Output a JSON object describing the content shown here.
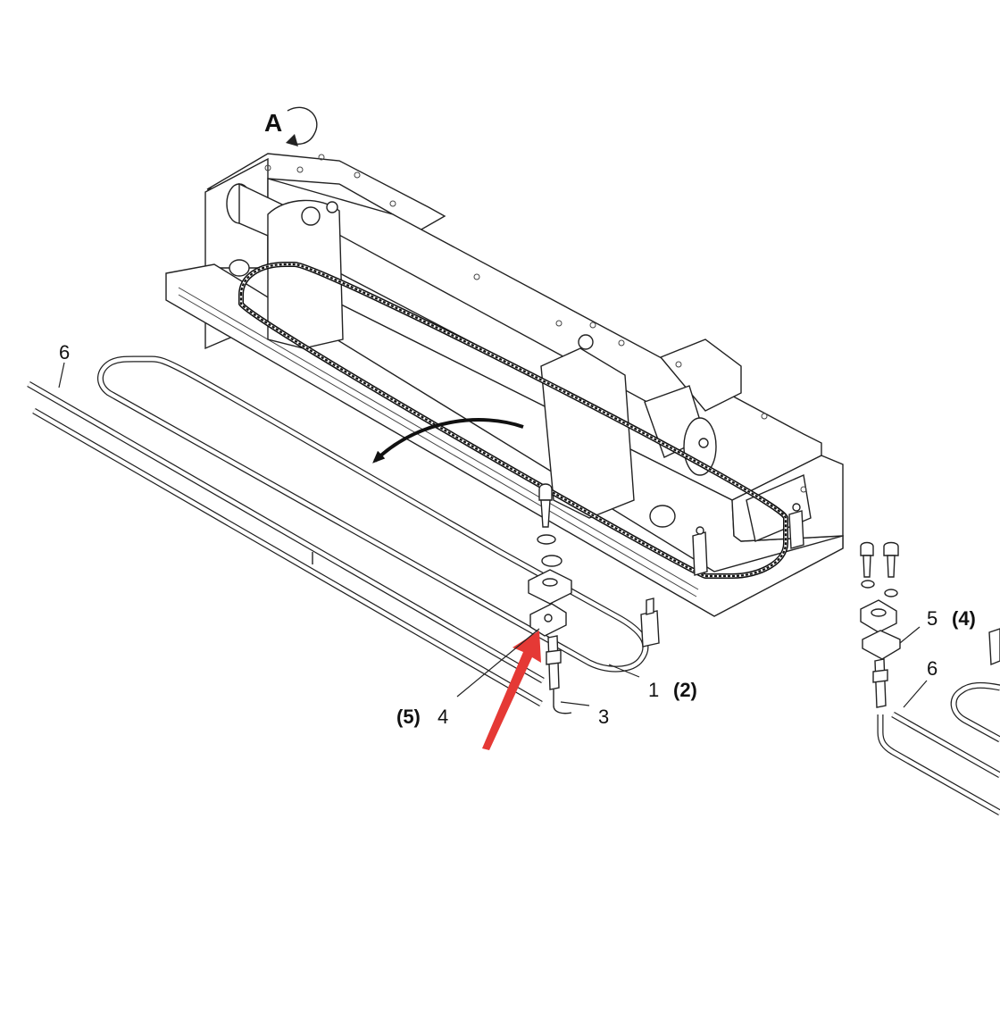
{
  "view_label": "A",
  "callouts": {
    "part_6_left": "6",
    "part_1": "1",
    "part_1_alt": "(2)",
    "part_3": "3",
    "part_4": "4",
    "part_4_alt": "(5)",
    "part_5_right": "5",
    "part_5_right_alt": "(4)",
    "part_6_right": "6"
  },
  "colors": {
    "line": "#222222",
    "highlight_arrow": "#e53935",
    "background": "#ffffff"
  }
}
